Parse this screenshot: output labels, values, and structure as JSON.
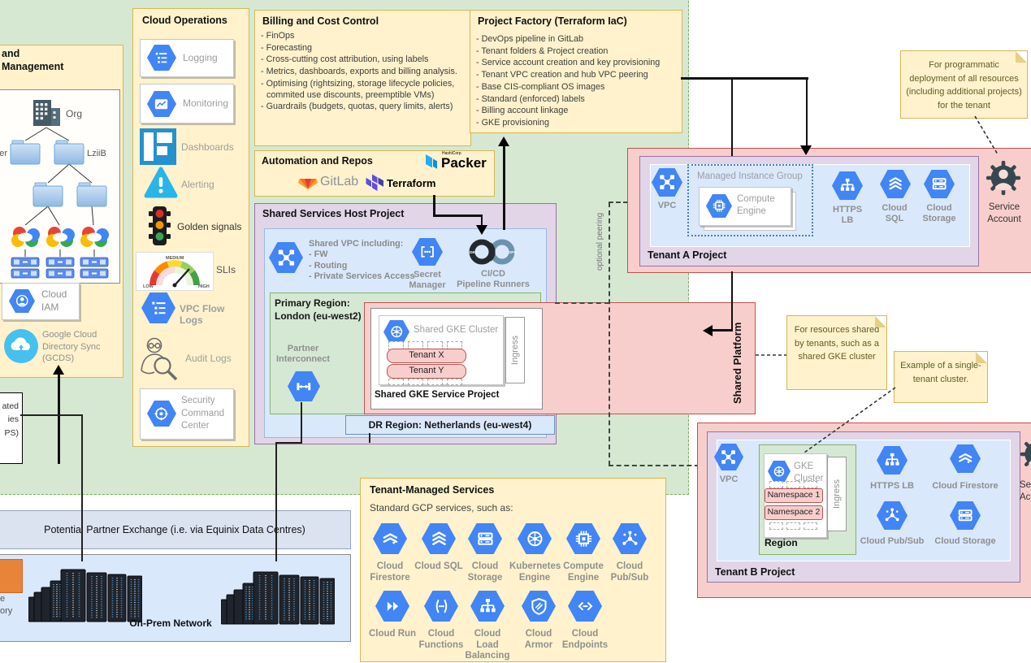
{
  "palette": {
    "yellow_bg": "#fff2cc",
    "yellow_border": "#d6b656",
    "green_bg": "#d5e8d4",
    "green_border": "#82b366",
    "blue_bg": "#dae8fc",
    "blue_border": "#6c8ebf",
    "purple_bg": "#e1d5e7",
    "purple_border": "#9673a6",
    "pink_bg": "#f8cecc",
    "pink_border": "#b85450",
    "gcp_blue": "#4285f4",
    "note_text": "#5e5e24"
  },
  "identity_box": {
    "title_lines": [
      "and",
      "Management"
    ],
    "org_label": "Org",
    "folder_left_fragment": "er",
    "folder_right": "LziiB",
    "iam_lines": [
      "Cloud",
      "IAM"
    ],
    "gcds_lines": [
      "Google Cloud",
      "Directory Sync",
      "(GCDS)"
    ]
  },
  "left_cut_note": {
    "lines": [
      "ated",
      "ies",
      "PS)"
    ]
  },
  "cloud_operations": {
    "title": "Cloud Operations",
    "items": [
      {
        "label": "Logging"
      },
      {
        "label": "Monitoring"
      },
      {
        "label": "Dashboards"
      },
      {
        "label": "Alerting"
      },
      {
        "label": "Golden signals"
      },
      {
        "label": "SLIs"
      },
      {
        "label": "VPC Flow Logs"
      },
      {
        "label": "Audit Logs"
      },
      {
        "label": "Security\nCommand\nCenter"
      }
    ]
  },
  "slis_gauge": {
    "low": "LOW",
    "medium": "MEDIUM",
    "high": "HIGH"
  },
  "billing": {
    "title": "Billing and Cost Control",
    "items": [
      "- FinOps",
      "- Forecasting",
      "- Cross-cutting cost attribution, using labels",
      "- Metrics, dashboards, exports and billing analysis.",
      "- Optimising (rightsizing, storage lifecycle policies, commited use discounts, preemptible VMs)",
      "- Guardrails (budgets, quotas, query limits, alerts)"
    ]
  },
  "automation": {
    "title": "Automation and Repos",
    "gitlab": "GitLab",
    "terraform": "Terraform",
    "packer": "Packer",
    "packer_brand": "HashiCorp"
  },
  "project_factory": {
    "title": "Project Factory (Terraform IaC)",
    "items": [
      "- DevOps pipeline in GitLab",
      "- Tenant folders & Project creation",
      "- Service account creation and key provisioning",
      "- Tenant VPC creation and hub VPC peering",
      "- Base CIS-compliant OS images",
      "- Standard (enforced) labels",
      "- Billing account linkage",
      "- GKE provisioning"
    ]
  },
  "shared_services": {
    "title": "Shared Services Host Project",
    "shared_vpc_lines": [
      "Shared VPC including:",
      "- FW",
      "- Routing",
      "- Private Services Access"
    ],
    "secret_manager_lines": [
      "Secret",
      "Manager"
    ],
    "cicd_lines": [
      "CI/CD",
      "Pipeline Runners"
    ],
    "cicd_badges": {
      "dev": "DEV",
      "ops": "OPS"
    },
    "primary_region_lines": [
      "Primary Region:",
      "London (eu-west2)"
    ],
    "partner_lines": [
      "Partner",
      "Interconnect"
    ],
    "dr_region": "DR Region: Netherlands (eu-west4)",
    "optional_peering": "optional peering"
  },
  "shared_gke": {
    "project_label": "Shared GKE Service Project",
    "cluster": "Shared GKE Cluster",
    "tenants": [
      "Tenant X",
      "Tenant Y"
    ],
    "ingress": "Ingress",
    "platform_label": "Shared Platform"
  },
  "tenant_a": {
    "label": "Tenant A Project",
    "vpc": "VPC",
    "mig": "Managed Instance Group",
    "compute_lines": [
      "Compute",
      "Engine"
    ],
    "https_lb_lines": [
      "HTTPS",
      "LB"
    ],
    "cloud_sql_lines": [
      "Cloud",
      "SQL"
    ],
    "cloud_storage_lines": [
      "Cloud",
      "Storage"
    ],
    "service_account_lines": [
      "Service",
      "Account"
    ]
  },
  "tenant_b": {
    "label": "Tenant B Project",
    "vpc": "VPC",
    "region": "Region",
    "gke_lines": [
      "GKE",
      "Cluster"
    ],
    "namespaces": [
      "Namespace 1",
      "Namespace 2"
    ],
    "ingress": "Ingress",
    "https_lb": "HTTPS LB",
    "cloud_firestore": "Cloud Firestore",
    "cloud_pubsub": "Cloud Pub/Sub",
    "cloud_storage": "Cloud Storage",
    "service_account_lines": [
      "Service",
      "Account"
    ]
  },
  "notes": {
    "deployment": "For programmatic deployment of all resources (including additional projects) for the tenant",
    "shared": "For resources shared by tenants, such as a shared GKE cluster",
    "single_tenant": "Example of a single-tenant cluster."
  },
  "tenant_managed": {
    "title": "Tenant-Managed Services",
    "subtitle": "Standard GCP services, such as:",
    "row1": [
      {
        "label": "Cloud Firestore",
        "icon": "firestore"
      },
      {
        "label": "Cloud SQL",
        "icon": "sql"
      },
      {
        "label": "Cloud Storage",
        "icon": "storage"
      },
      {
        "label": "Kubernetes Engine",
        "icon": "gke"
      },
      {
        "label": "Compute Engine",
        "icon": "compute"
      },
      {
        "label": "Cloud Pub/Sub",
        "icon": "pubsub"
      }
    ],
    "row2": [
      {
        "label": "Cloud Run",
        "icon": "run"
      },
      {
        "label": "Cloud Functions",
        "icon": "functions"
      },
      {
        "label": "Cloud Load Balancing",
        "icon": "lb"
      },
      {
        "label": "Cloud Armor",
        "icon": "armor"
      },
      {
        "label": "Cloud Endpoints",
        "icon": "endpoints"
      }
    ]
  },
  "onprem": {
    "exchange": "Potential Partner Exchange (i.e. via Equinix Data Centres)",
    "network": "On-Prem Network",
    "ad_fragments": [
      "e",
      "ory"
    ]
  }
}
